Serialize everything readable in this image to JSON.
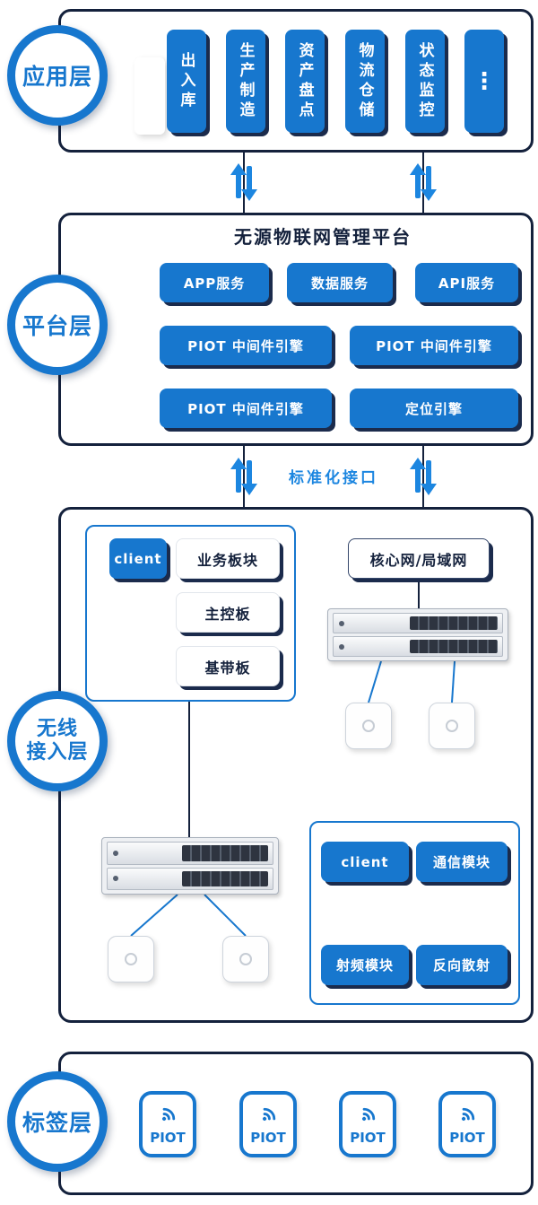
{
  "colors": {
    "primary_blue": "#1777ce",
    "accent_blue": "#1c86e0",
    "shadow_navy": "#1b2b4c",
    "outline_navy": "#14213c"
  },
  "icons": {
    "sync_icon": "vertical-sync-arrows",
    "wifi_icon": "wifi-signal",
    "switch_device": "network-switch",
    "ap_device": "wireless-access-point"
  },
  "app_layer": {
    "badge": "应用层",
    "items": [
      "出入库",
      "生产制造",
      "资产盘点",
      "物流仓储",
      "状态监控"
    ],
    "ellipsis": "⋮"
  },
  "platform_layer": {
    "badge": "平台层",
    "title": "无源物联网管理平台",
    "services": [
      "APP服务",
      "数据服务",
      "API服务"
    ],
    "engines": [
      "PIOT 中间件引擎",
      "PIOT 中间件引擎",
      "PIOT 中间件引擎",
      "定位引擎"
    ]
  },
  "interface_label": "标准化接口",
  "access_layer": {
    "badge_line1": "无线",
    "badge_line2": "接入层",
    "client_label": "client",
    "boards": [
      "业务板块",
      "主控板",
      "基带板"
    ],
    "core_network": "核心网/局域网",
    "modules": [
      "client",
      "通信模块",
      "射频模块",
      "反向散射"
    ]
  },
  "tag_layer": {
    "badge": "标签层",
    "tags": [
      "PIOT",
      "PIOT",
      "PIOT",
      "PIOT"
    ]
  }
}
